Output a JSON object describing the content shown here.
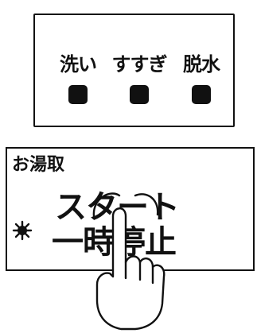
{
  "panel": {
    "steps": [
      {
        "label": "洗い"
      },
      {
        "label": "すすぎ"
      },
      {
        "label": "脱水"
      }
    ]
  },
  "button": {
    "title": "お湯取",
    "line1": "スタート",
    "line2": "一時停止"
  },
  "colors": {
    "ink": "#111111",
    "background": "#ffffff"
  },
  "icons": {
    "indicator": "led-indicator-icon",
    "hand": "pointing-hand-icon"
  }
}
